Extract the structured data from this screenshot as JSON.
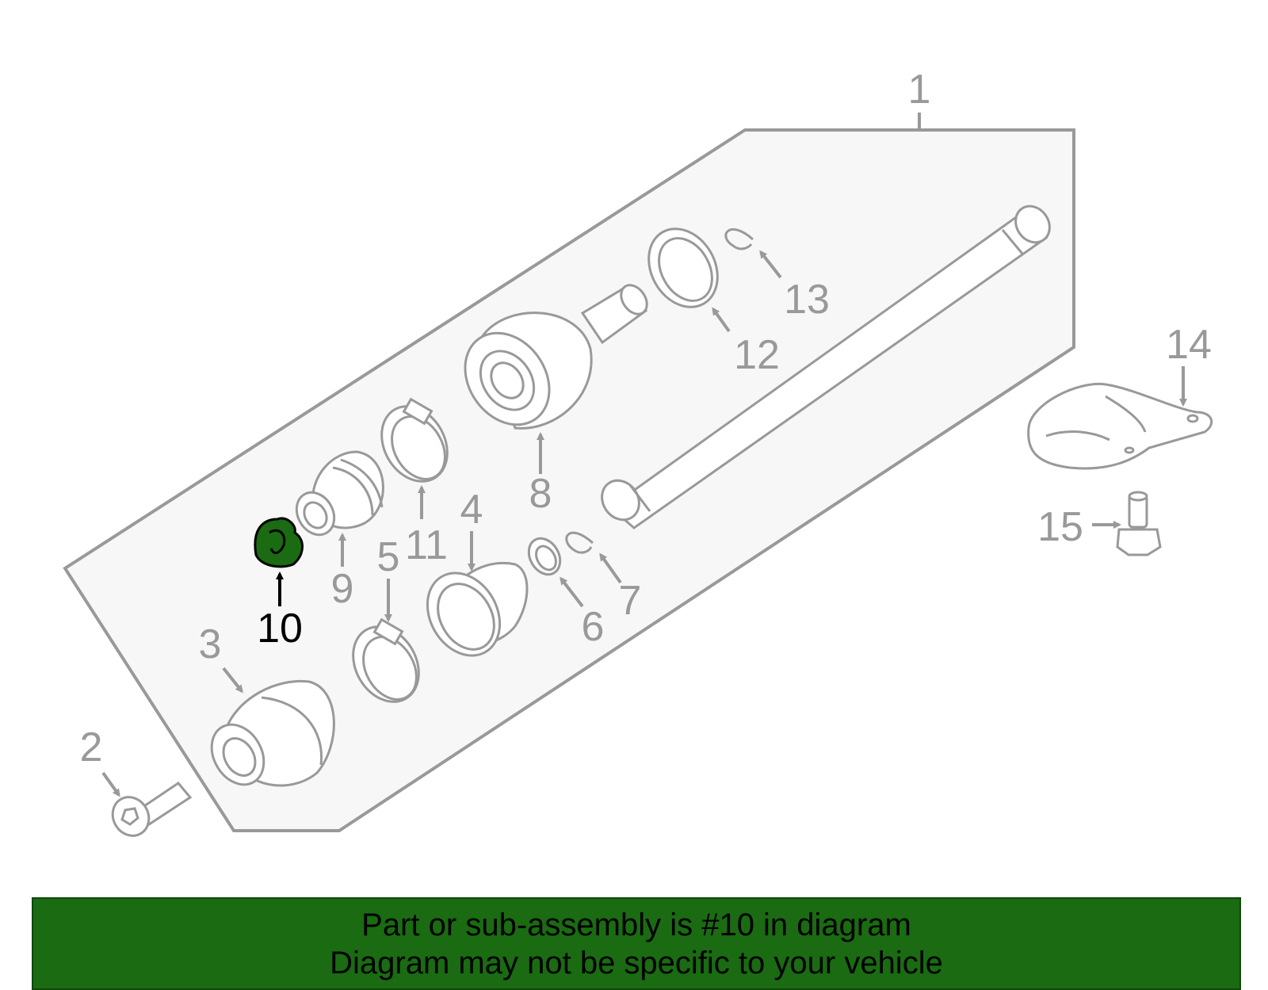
{
  "diagram": {
    "highlight_color": "#1a6b12",
    "highlighted_part": "10",
    "labels": {
      "p1": "1",
      "p2": "2",
      "p3": "3",
      "p4": "4",
      "p5": "5",
      "p6": "6",
      "p7": "7",
      "p8": "8",
      "p9": "9",
      "p10": "10",
      "p11": "11",
      "p12": "12",
      "p13": "13",
      "p14": "14",
      "p15": "15"
    }
  },
  "banner": {
    "line1": "Part or sub-assembly is #10 in diagram",
    "line2": "Diagram may not be specific to your vehicle",
    "background": "#1a6b12"
  }
}
